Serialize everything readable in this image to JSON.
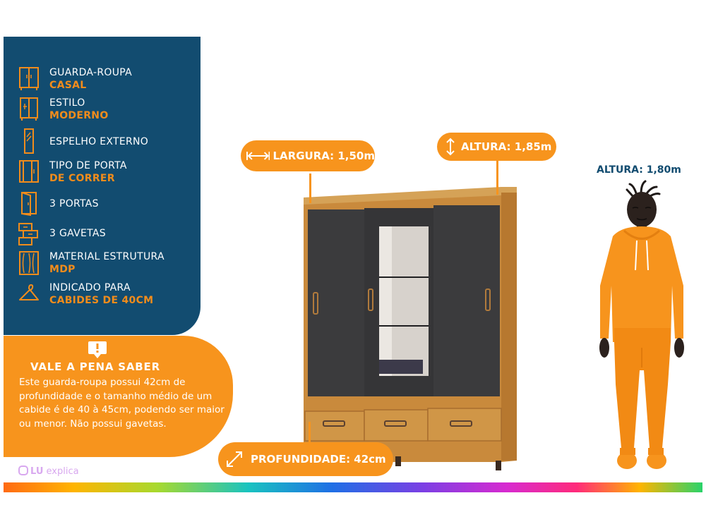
{
  "specs": [
    {
      "label": "GUARDA-ROUPA",
      "value": "CASAL",
      "icon": "wardrobe-icon"
    },
    {
      "label": "ESTILO",
      "value": "MODERNO",
      "icon": "style-wardrobe-icon"
    },
    {
      "label": "ESPELHO EXTERNO",
      "value": "",
      "icon": "mirror-icon"
    },
    {
      "label": "TIPO DE PORTA",
      "value": "DE CORRER",
      "icon": "sliding-door-icon"
    },
    {
      "label": "3  PORTAS",
      "value": "",
      "icon": "door-icon"
    },
    {
      "label": "3 GAVETAS",
      "value": "",
      "icon": "drawers-icon"
    },
    {
      "label": "MATERIAL ESTRUTURA",
      "value": "MDP",
      "icon": "wood-panel-icon"
    },
    {
      "label": "INDICADO PARA",
      "value": "CABIDES DE 40CM",
      "icon": "hanger-icon"
    }
  ],
  "tip": {
    "title": "VALE A PENA SABER",
    "body": "Este guarda-roupa possui 42cm de profundidade e o tamanho médio de um cabide é de 40 à 45cm, podendo ser maior ou menor. Não possui gavetas.",
    "icon": "exclamation-icon"
  },
  "brand": {
    "prefix": "LU",
    "suffix": "explica"
  },
  "dimensions": {
    "width": "LARGURA: 1,50m",
    "height": "ALTURA: 1,85m",
    "depth": "PROFUNDIDADE: 42cm",
    "person_height": "ALTURA: 1,80m"
  },
  "colors": {
    "navy": "#124c70",
    "orange": "#f7941d",
    "wood": "#c98a3c",
    "door": "#3b3b3d"
  }
}
